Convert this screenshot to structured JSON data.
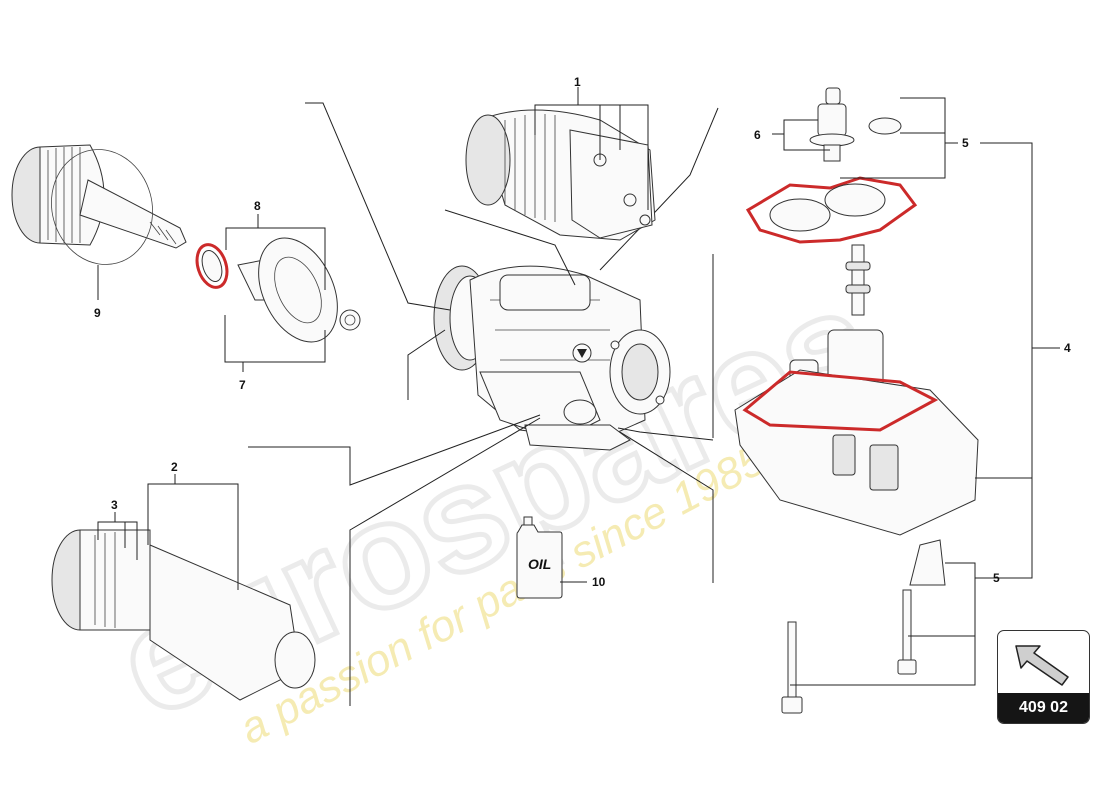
{
  "watermark": {
    "logo_text": "eurospares",
    "slogan_text": "a passion for parts since 1985"
  },
  "callouts": {
    "c1": "1",
    "c2": "2",
    "c3": "3",
    "c4": "4",
    "c5a": "5",
    "c5b": "5",
    "c6": "6",
    "c7": "7",
    "c8": "8",
    "c9": "9",
    "c10": "10"
  },
  "oil_label": "OIL",
  "badge": {
    "code": "409 02",
    "icon": "arrow-up-left-icon"
  },
  "colors": {
    "gasket": "#cc2a2a",
    "badge_bg": "#151515",
    "watermark_slogan": "#f2e59a"
  }
}
